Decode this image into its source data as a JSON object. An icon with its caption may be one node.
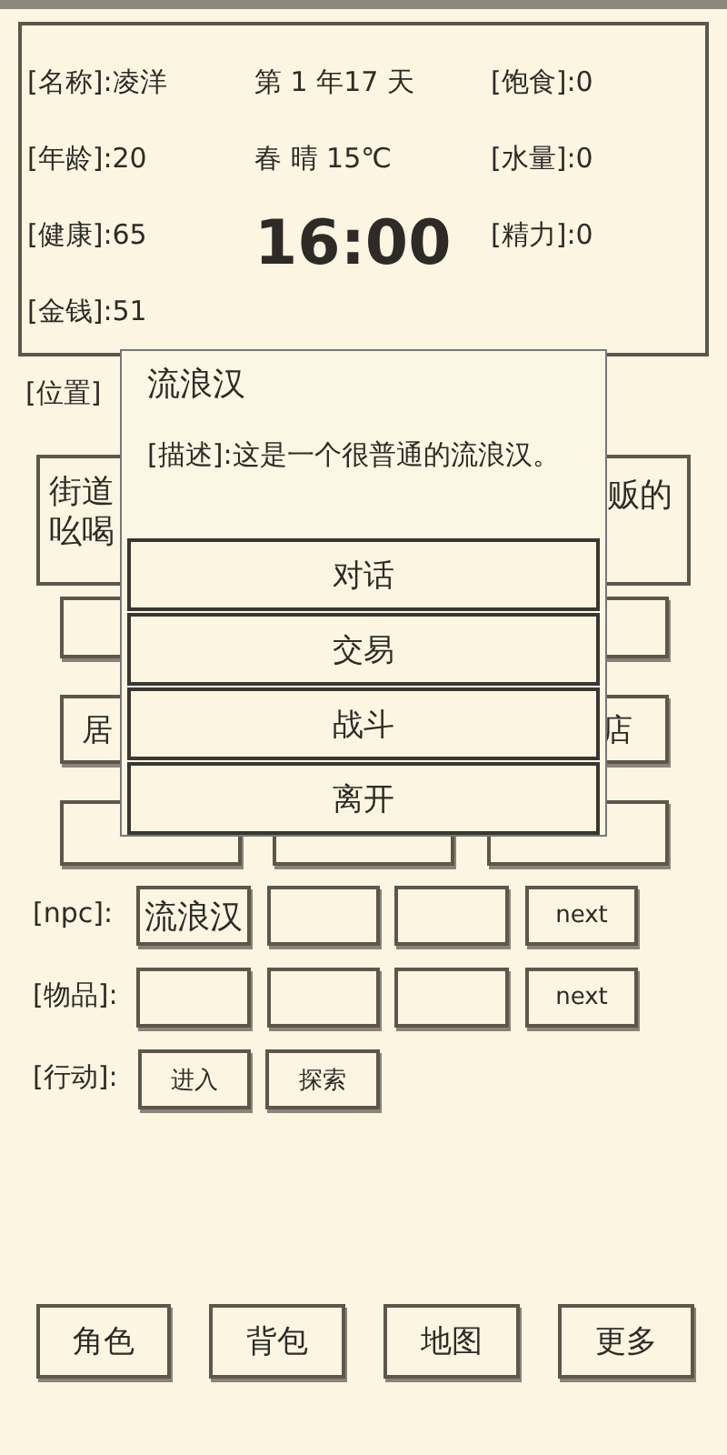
{
  "diagram": {
    "nodes": [
      {
        "text": [
          "[名称]:凌洋",
          "第 1 年17 天",
          "[饱食]:0",
          "[年龄]:20",
          "春  晴  15℃",
          "[水量]:0",
          "[健康]:65",
          "16:00",
          "[精力]:0",
          "[金钱]:51"
        ]
      },
      {
        "text": [
          "街道",
          "吆喝",
          "贩的"
        ]
      },
      {
        "text": [],
        "shape": "box"
      },
      {
        "text": [],
        "shape": "box"
      },
      {
        "text": [
          "居"
        ]
      },
      {
        "text": [
          "店"
        ]
      },
      {
        "text": [],
        "shape": "box"
      },
      {
        "text": [],
        "shape": "box"
      },
      {
        "text": [],
        "shape": "box"
      },
      {
        "text": [
          "流浪汉",
          "[描述]:这是一个很普通的流浪汉。"
        ]
      },
      {
        "text": [
          "对话"
        ],
        "in": 9
      },
      {
        "text": [
          "交易"
        ],
        "in": 9
      },
      {
        "text": [
          "战斗"
        ],
        "in": 9
      },
      {
        "text": [
          "离开"
        ],
        "in": 9
      },
      {
        "text": [
          "流浪汉"
        ]
      },
      {
        "text": [],
        "shape": "box"
      },
      {
        "text": [],
        "shape": "box"
      },
      {
        "text": [
          "next"
        ]
      },
      {
        "text": [],
        "shape": "box"
      },
      {
        "text": [],
        "shape": "box"
      },
      {
        "text": [],
        "shape": "box"
      },
      {
        "text": [
          "next"
        ]
      },
      {
        "text": [
          "进入"
        ]
      },
      {
        "text": [
          "探索"
        ]
      },
      {
        "text": [
          "角色"
        ]
      },
      {
        "text": [
          "背包"
        ]
      },
      {
        "text": [
          "地图"
        ]
      },
      {
        "text": [
          "更多"
        ]
      }
    ],
    "labels": [
      "[位置]",
      "[npc]:",
      "[物品]:",
      "[行动]:"
    ]
  }
}
